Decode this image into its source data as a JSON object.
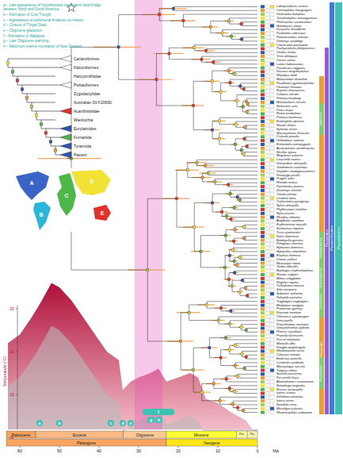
{
  "diagram": {
    "labels": [
      "a – Last appearance of hypothesised intermittent land bridge between North and South America",
      "b – Formation of Coto Trough",
      "c – Appearance of ephemeral Antarctic ice sheets",
      "d – Closure of Turgai Strait",
      "e – Oligocene glaciation",
      "f – Formation of Wallacea",
      "g – Late Oligocene warming",
      "h – Maximum marine inundation of New Zealand",
      "Cariamiformes",
      "Falconiformes",
      "Halcyornithidae",
      "Psittaciformes",
      "Zygodactylidae",
      "Australian Oli F20690",
      "Acanthisittidae",
      "Wieslochia",
      "Eurylaimides",
      "Furnariida",
      "Tyrannida",
      "Passeri",
      "A",
      "B",
      "C",
      "D",
      "E",
      "Temperature (°C)",
      "25",
      "20",
      "15",
      "10",
      "Paleocene",
      "Eocene",
      "Oligocene",
      "Miocene",
      "Plio.",
      "Ple.",
      "Paleogene",
      "Neogene",
      "60",
      "50",
      "40",
      "30",
      "20",
      "10",
      "0",
      "Ma",
      "a",
      "b",
      "c",
      "d",
      "e",
      "f",
      "g",
      "h",
      "Passeriformes",
      "Passeri Oscines",
      "Passerides",
      "Passerida",
      "Sylvioidea",
      "Bombycilloidea",
      "Muscicapoidea",
      "Certhioidea",
      "Passeroidea",
      "Loboparadisea sericea",
      "Cnemophilus macgregorii",
      "Oedistoma iliolophus",
      "Toxorhamphus novaeguineae",
      "Philesturnus carunculatus",
      "Notiomystis cincta",
      "Dasyornis broadbenti",
      "Pardalotus rubricatus",
      "Pomatostomus ruficeps",
      "Orthonyx spaldingii",
      "Cinclosoma punctatum",
      "Pachycephala philippinensis",
      "Oriolus oriolus",
      "Vireo altiloquus",
      "Corvus cornix",
      "Lanius ludovicianus",
      "Paradisaea raggiana",
      "Dicrurus megarhynchus",
      "Rhipidura dahli",
      "Malaconotus blanchoti",
      "Picathartes gymnocephalus",
      "Chaetops frenatus",
      "Eupetes macrocerus",
      "Callaeas wilsoni",
      "Petroica boodang",
      "Melanocharis versteri",
      "Stenostira scita",
      "Parus major",
      "Remiz pendulinus",
      "Panurus biarmicus",
      "Eremophila alpestris",
      "Nicator chloris",
      "Sylvietta virens",
      "Macrosphenus flavicans",
      "Cisticola juncidis",
      "Orthotomus sutorius",
      "Eremomela icteropygialis",
      "Acrocephalus arundinaceus",
      "Nesillas typica",
      "Megalurus palustris",
      "Locustella naevia",
      "Donacobius atricapilla",
      "Xanthomixis zosterops",
      "Oxylabes madagascariensis",
      "Pnoepyga pusilla",
      "Progne subis",
      "Hirundo rustica",
      "Pycnonotus jocosus",
      "Zosterops everetti",
      "Timalia pileata",
      "Leiothrix lutea",
      "Trichastoma pyrrogenys",
      "Sylvia atricapilla",
      "Phylloscopus trochilus",
      "Hylia prasina",
      "Rhadina sibilatrix",
      "Aegithalos caudatus",
      "Erythrocercus mccallii",
      "Scotocerca inquieta",
      "Tesia cyaniventer",
      "Dulus dominicus",
      "Bombycilla garrulus",
      "Ptilogonys cinereus",
      "Hylocitrea bonensis",
      "Hypocolius ampelinus",
      "Elachura formosa",
      "Cinclus pallasii",
      "Muscicapa striata",
      "Turdus albicollis",
      "Buphagus erythrorhynchus",
      "Sturnus vulgaris",
      "Mimus polyglottos",
      "Regulus regulus",
      "Tichodroma muraria",
      "Sitta europaea",
      "Salpornis spilonota",
      "Polioptila caerulea",
      "Troglodytes troglodytes",
      "Modulatrix stictigula",
      "Promerops gurneyi",
      "Dicaeum eximium",
      "Chloropsis cyanopogon",
      "Irena puella",
      "Peucedramus taeniatus",
      "Urocynchramus pylzowi",
      "Ploceus cucullatus",
      "Prunella fulvescens",
      "Passer montanus",
      "Motacilla alba",
      "Fringilla montifringilla",
      "Rhodinocichla rosea",
      "Calcarius ornatus",
      "Emberiza citrinella",
      "Cardinalis cardinalis",
      "Mitrospingus cassinii",
      "Tangara arthus",
      "Spizella passerina",
      "Passerella iliaca",
      "Ammodramus savannarum",
      "Setophaga magnolia",
      "Seiurus aurocapilla",
      "Icterus icterus",
      "Zeledonia coronata",
      "Icteria virens",
      "Spindalis zena",
      "Microligea palustris",
      "Phaenicophilus palmarum"
    ]
  }
}
